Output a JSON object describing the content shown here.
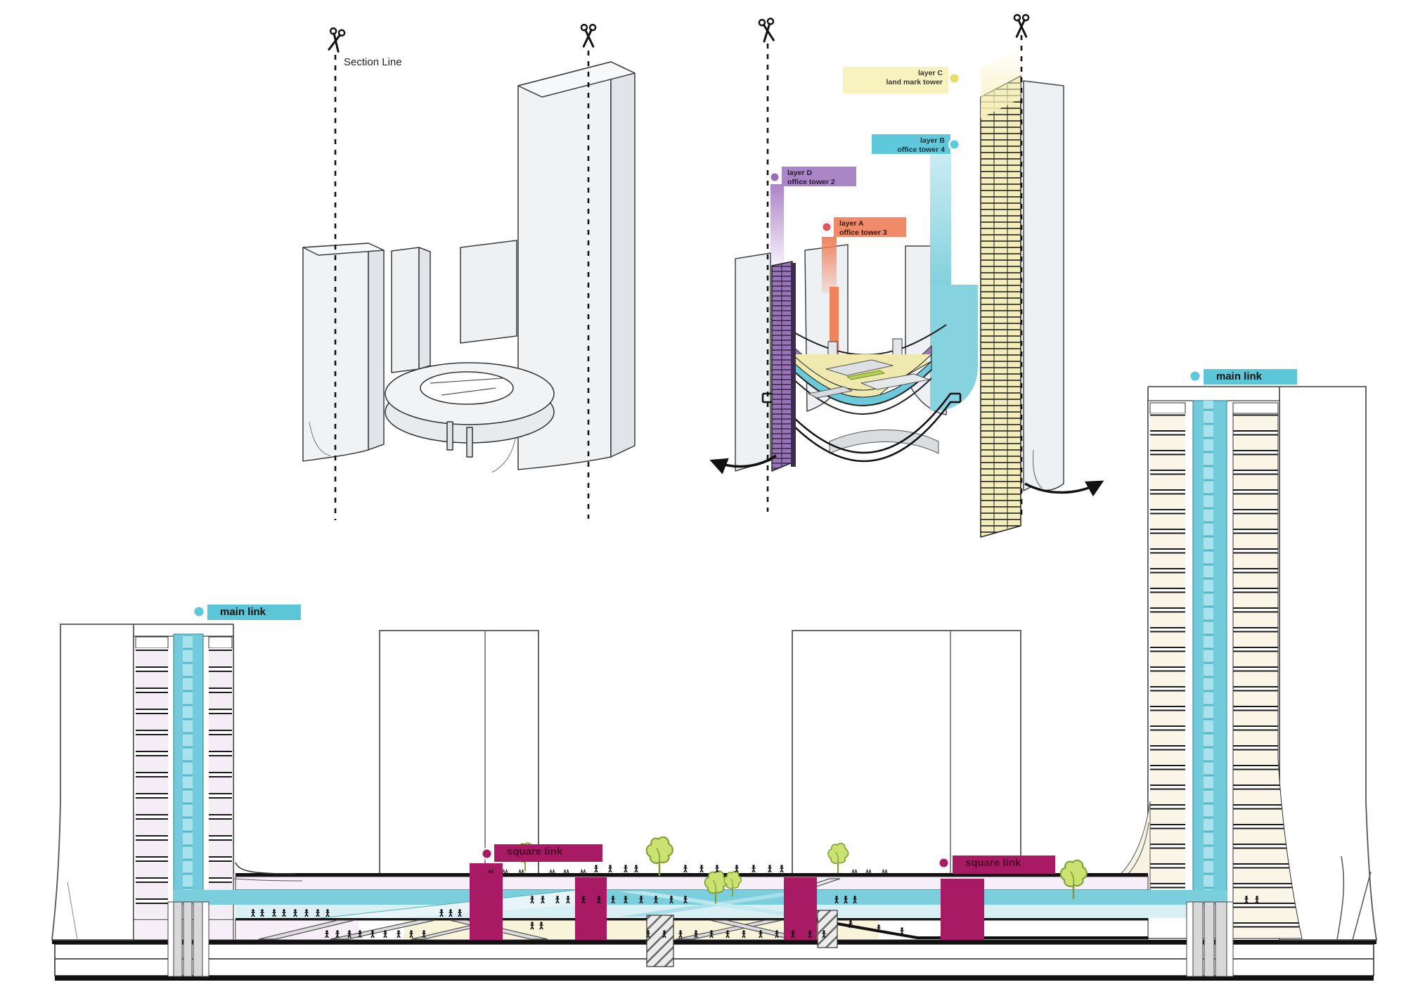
{
  "labels": {
    "section_line": "Section Line",
    "layer_c": {
      "line1": "layer C",
      "line2": "land mark tower"
    },
    "layer_b": {
      "line1": "layer B",
      "line2": "office tower 4"
    },
    "layer_d": {
      "line1": "layer D",
      "line2": "office tower 2"
    },
    "layer_a": {
      "line1": "layer A",
      "line2": "office tower 3"
    },
    "main_link": "main link",
    "square_link": "square link"
  },
  "colors": {
    "accent_cyan": "#5ec7d8",
    "accent_magenta": "#a81a64",
    "accent_purple": "#ab86c6",
    "accent_orange": "#f0886a",
    "accent_yellow": "#f7f2be",
    "tree_green": "#cbe170"
  }
}
